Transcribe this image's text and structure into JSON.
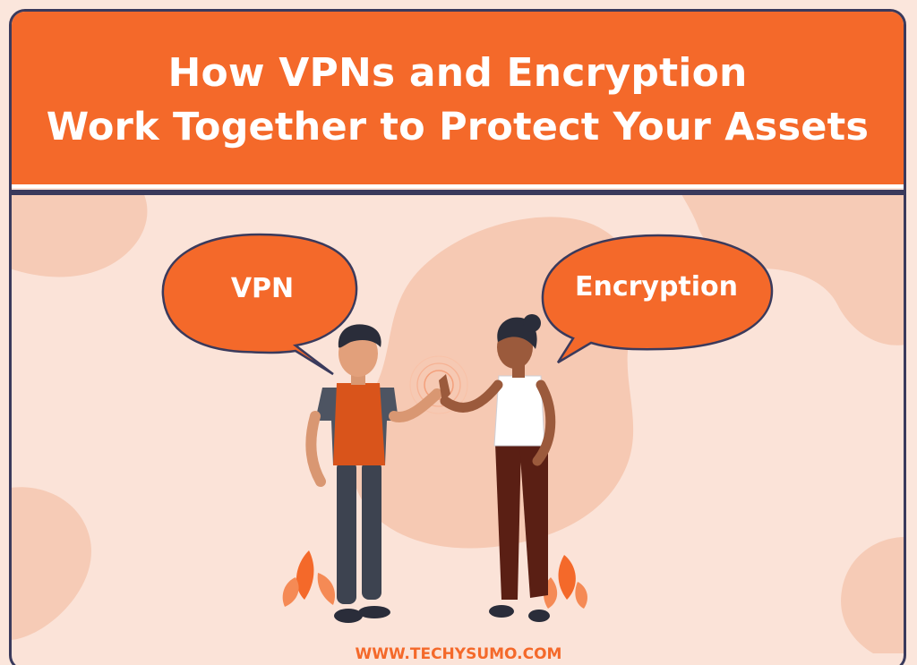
{
  "header": {
    "title_line1": "How VPNs and Encryption",
    "title_line2": "Work Together to Protect Your Assets"
  },
  "bubbles": {
    "left_label": "VPN",
    "right_label": "Encryption"
  },
  "footer": {
    "url": "WWW.TECHYSUMO.COM"
  },
  "colors": {
    "accent": "#f4692a",
    "frame": "#3a3a5c",
    "background": "#fbe3d8",
    "blob": "#f6c9b3"
  },
  "icons": [
    "man-figure",
    "woman-figure",
    "high-five-ripple",
    "leaf-plant"
  ]
}
